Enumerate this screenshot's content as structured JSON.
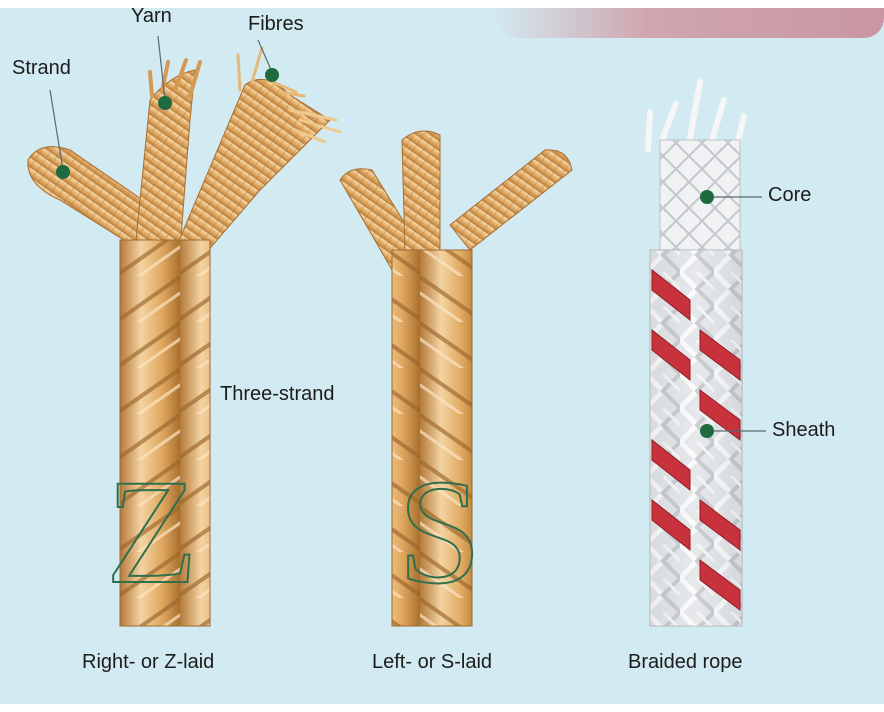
{
  "labels": {
    "strand": "Strand",
    "yarn": "Yarn",
    "fibres": "Fibres",
    "three_strand": "Three-strand",
    "core": "Core",
    "sheath": "Sheath"
  },
  "letters": {
    "z": "Z",
    "s": "S"
  },
  "captions": {
    "right_laid": "Right- or Z-laid",
    "left_laid": "Left- or S-laid",
    "braided": "Braided rope"
  },
  "colors": {
    "background": "#d2eaf1",
    "rope": "#e0a85f",
    "rope_light": "#f4d3a2",
    "rope_dark": "#b47a3a",
    "sheath": "#e8eaec",
    "sheath_red": "#c8323c",
    "marker": "#1f6b3f",
    "letter_outline": "#2f6f4d"
  }
}
